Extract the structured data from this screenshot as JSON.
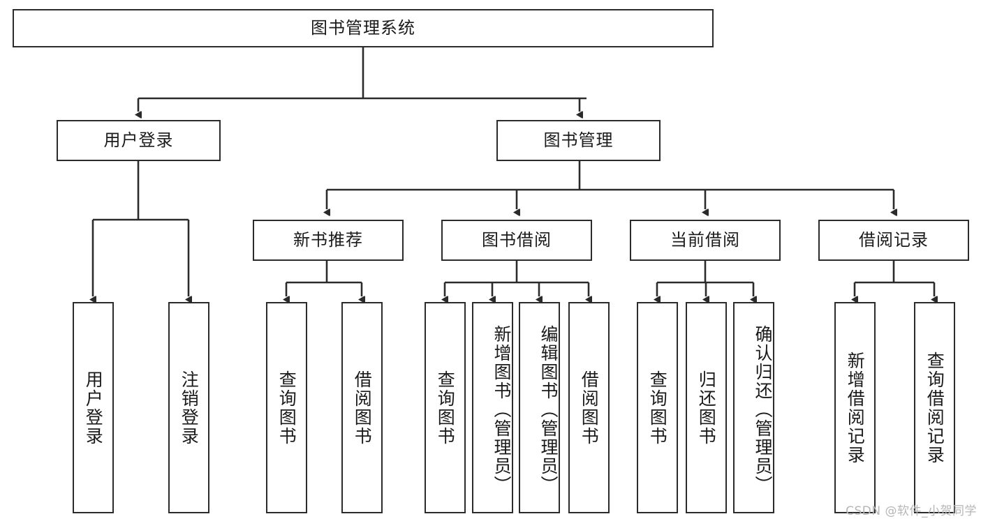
{
  "diagram": {
    "type": "tree",
    "title": "图书管理系统",
    "root": {
      "id": "root",
      "label": "图书管理系统"
    },
    "level2": [
      {
        "id": "user-login",
        "label": "用户登录"
      },
      {
        "id": "book-manage",
        "label": "图书管理"
      }
    ],
    "level3": [
      {
        "id": "new-book-rec",
        "label": "新书推荐"
      },
      {
        "id": "book-borrow",
        "label": "图书借阅"
      },
      {
        "id": "current-borrow",
        "label": "当前借阅"
      },
      {
        "id": "borrow-record",
        "label": "借阅记录"
      }
    ],
    "leaves": [
      {
        "id": "leaf-user-login",
        "label": "用户登录"
      },
      {
        "id": "leaf-logout",
        "label": "注销登录"
      },
      {
        "id": "leaf-query-book-1",
        "label": "查询图书"
      },
      {
        "id": "leaf-borrow-book-1",
        "label": "借阅图书"
      },
      {
        "id": "leaf-query-book-2",
        "label": "查询图书"
      },
      {
        "id": "leaf-add-book",
        "label": "新增图书（管理员）"
      },
      {
        "id": "leaf-edit-book",
        "label": "编辑图书（管理员）"
      },
      {
        "id": "leaf-borrow-book-2",
        "label": "借阅图书"
      },
      {
        "id": "leaf-query-book-3",
        "label": "查询图书"
      },
      {
        "id": "leaf-return-book",
        "label": "归还图书"
      },
      {
        "id": "leaf-confirm-return",
        "label": "确认归还（管理员）"
      },
      {
        "id": "leaf-add-record",
        "label": "新增借阅记录"
      },
      {
        "id": "leaf-query-record",
        "label": "查询借阅记录"
      }
    ]
  },
  "watermark": {
    "text": "CSDN @软件_小贺同学"
  },
  "colors": {
    "stroke": "#2b2b2b",
    "background": "#ffffff",
    "text": "#1a1a1a",
    "watermark": "#b6b6b6"
  }
}
